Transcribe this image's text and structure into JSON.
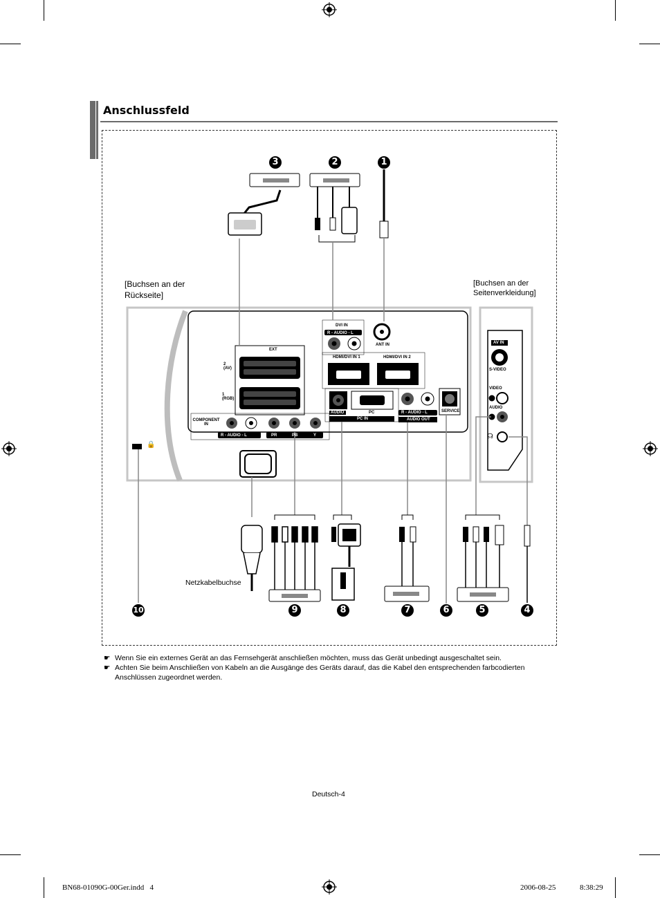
{
  "section_title": "Anschlussfeld",
  "diagram": {
    "rear_label": "[Buchsen an der Rückseite]",
    "side_label": "[Buchsen an der Seitenverkleidung]",
    "power_label": "Netzkabelbuchse",
    "panel_labels": {
      "ext": "EXT",
      "scart2": "2\n(AV)",
      "scart1": "1\n(RGB)",
      "component_in": "COMPONENT IN",
      "component_audio": "R - AUDIO - L",
      "pr": "PR",
      "pb": "PB",
      "y": "Y",
      "dvi_in": "DVI IN",
      "dvi_audio": "R - AUDIO - L",
      "ant_in": "ANT IN",
      "hdmi1": "HDMI/DVI IN 1",
      "hdmi2": "HDMI/DVI IN 2",
      "audio": "AUDIO",
      "pc": "PC",
      "pc_in": "PC IN",
      "audio_out_rl": "R - AUDIO - L",
      "audio_out": "AUDIO OUT",
      "service": "SERVICE",
      "av_in": "AV IN",
      "s_video": "S-VIDEO",
      "video": "VIDEO",
      "audio_side": "AUDIO"
    },
    "callouts": [
      "1",
      "2",
      "3",
      "4",
      "5",
      "6",
      "7",
      "8",
      "9",
      "10"
    ]
  },
  "notes": [
    "Wenn Sie ein externes Gerät an das Fernsehgerät anschließen möchten, muss das Gerät unbedingt ausgeschaltet sein.",
    "Achten Sie beim Anschließen von Kabeln an die Ausgänge des Geräts darauf, das die Kabel den entsprechenden farbcodierten Anschlüssen zugeordnet werden."
  ],
  "page_number": "Deutsch-4",
  "footer": {
    "file": "BN68-01090G-00Ger.indd   4",
    "date": "2006-08-25",
    "time": "8:38:29"
  },
  "icons": [
    "registration-mark-icon",
    "note-hand-icon",
    "headphone-icon",
    "lock-icon"
  ]
}
